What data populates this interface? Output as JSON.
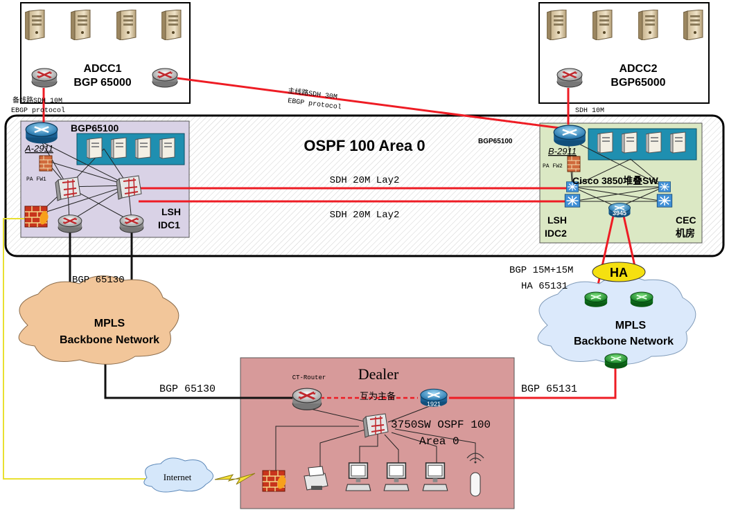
{
  "colors": {
    "red_link": "#ee1c24",
    "black_link": "#111111",
    "yellow_link": "#e8e030",
    "idc1_fill": "#d9d2e6",
    "idc2_fill": "#dbe8c4",
    "dealer_fill": "#d79a9a",
    "mpls_left_fill": "#f2c69a",
    "mpls_right_fill": "#dbe9fb",
    "ha_fill": "#f5e010",
    "server_strip": "#1f8fb0"
  },
  "adcc1": {
    "name": "ADCC1",
    "asn": "BGP 65000"
  },
  "adcc2": {
    "name": "ADCC2",
    "asn": "BGP65000"
  },
  "links": {
    "backup_label": "备线路SDH 10M",
    "backup_proto": "EBGP protocol",
    "primary_label": "主线路SDH 30M",
    "primary_proto": "EBGP protocol",
    "sdh_right": "SDH 10M",
    "lay2_top": "SDH 20M Lay2",
    "lay2_bottom": "SDH 20M Lay2",
    "bgp_left": "BGP 65130",
    "bgp_dealer_left": "BGP 65130",
    "bgp_dealer_right": "BGP 65131",
    "bgp_ha_speed": "BGP 15M+15M",
    "bgp_ha_asn": "HA 65131",
    "mutual": "互为主备"
  },
  "ospf": {
    "title": "OSPF 100 Area 0"
  },
  "idc1": {
    "bgp": "BGP65100",
    "router": "A-2911",
    "firewall": "PA FW1",
    "site": "LSH",
    "site2": "IDC1"
  },
  "idc2": {
    "bgp": "BGP65100",
    "router": "B-2911",
    "firewall": "PA FW2",
    "switch": "Cisco 3850堆叠SW",
    "router3945": "3945",
    "site": "LSH",
    "site2": "IDC2",
    "cec": "CEC",
    "cec2": "机房"
  },
  "ha": "HA",
  "mpls_left": {
    "line1": "MPLS",
    "line2": "Backbone Network"
  },
  "mpls_right": {
    "line1": "MPLS",
    "line2": "Backbone Network"
  },
  "dealer": {
    "title": "Dealer",
    "ct_router": "CT-Router",
    "router1921": "1921",
    "switch": "3750SW OSPF 100",
    "switch_area": "Area 0"
  },
  "internet": "Internet",
  "icons": [
    "server-icon",
    "router-icon",
    "firewall-icon",
    "switch-icon",
    "printer-icon",
    "pc-icon",
    "wifi-ap-icon",
    "cloud-icon",
    "lightning-icon"
  ]
}
